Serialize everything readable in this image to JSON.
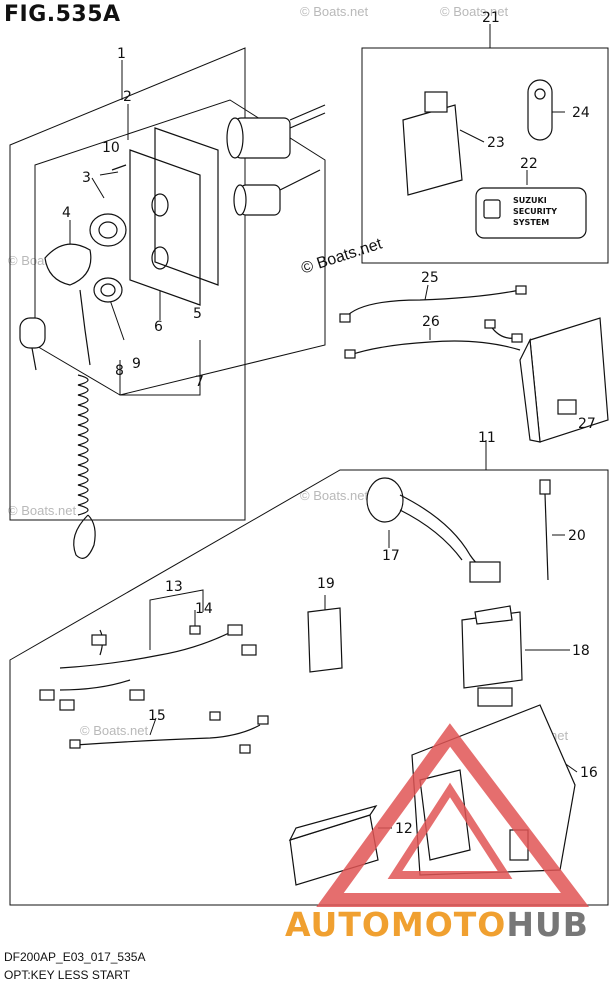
{
  "figure_title": "FIG.535A",
  "footer_code": "DF200AP_E03_017_535A",
  "footer_subtitle": "OPT:KEY LESS START",
  "watermark_main": "© Boats.net",
  "watermark_faint": "© Boats.net",
  "brand": {
    "part1": "AUTOMOTO",
    "part2": "HUB",
    "color1": "#f0a030",
    "color2": "#777777"
  },
  "security_label": {
    "line1": "SUZUKI",
    "line2": "SECURITY",
    "line3": "SYSTEM"
  },
  "part_numbers": [
    "1",
    "2",
    "3",
    "4",
    "5",
    "6",
    "7",
    "8",
    "9",
    "10",
    "11",
    "12",
    "13",
    "14",
    "15",
    "16",
    "17",
    "18",
    "19",
    "20",
    "21",
    "22",
    "23",
    "24",
    "25",
    "26",
    "27"
  ]
}
